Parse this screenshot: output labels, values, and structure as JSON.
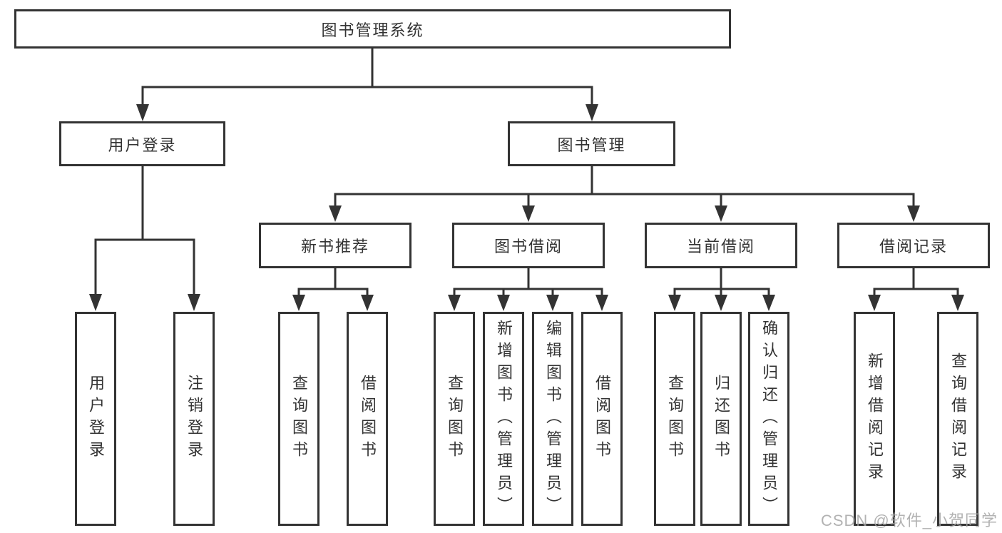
{
  "tree": {
    "root": {
      "label": "图书管理系统"
    },
    "branches": [
      {
        "label": "用户登录",
        "leaves": [
          {
            "label": "用户登录"
          },
          {
            "label": "注销登录"
          }
        ]
      },
      {
        "label": "图书管理",
        "groups": [
          {
            "label": "新书推荐",
            "leaves": [
              {
                "label": "查询图书"
              },
              {
                "label": "借阅图书"
              }
            ]
          },
          {
            "label": "图书借阅",
            "leaves": [
              {
                "label": "查询图书"
              },
              {
                "label": "新增图书（管理员）"
              },
              {
                "label": "编辑图书（管理员）"
              },
              {
                "label": "借阅图书"
              }
            ]
          },
          {
            "label": "当前借阅",
            "leaves": [
              {
                "label": "查询图书"
              },
              {
                "label": "归还图书"
              },
              {
                "label": "确认归还（管理员）"
              }
            ]
          },
          {
            "label": "借阅记录",
            "leaves": [
              {
                "label": "新增借阅记录"
              },
              {
                "label": "查询借阅记录"
              }
            ]
          }
        ]
      }
    ]
  },
  "watermark": {
    "text": "CSDN @软件_小贺同学"
  },
  "colors": {
    "line": "#333333",
    "box_border": "#333333",
    "box_fill": "#ffffff",
    "text": "#333333",
    "watermark": "#a5a5a5",
    "background": "#ffffff"
  }
}
